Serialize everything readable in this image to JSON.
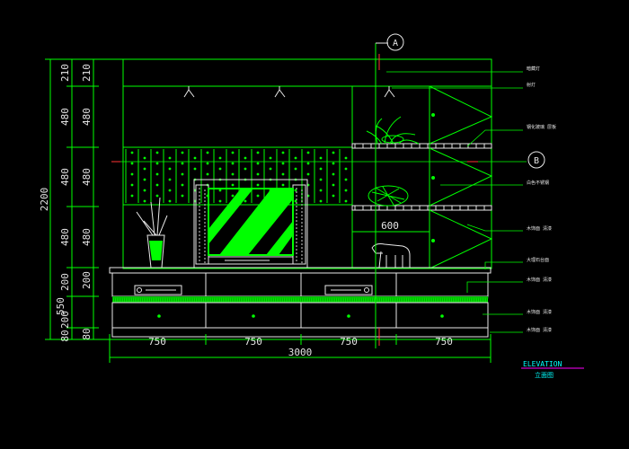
{
  "drawing": {
    "title": "ELEVATION",
    "title_cn": "立面图",
    "section_markers": [
      "A",
      "B"
    ],
    "left_dimensions": {
      "total": "2200",
      "segments": [
        "210",
        "480",
        "480",
        "480",
        "200",
        "550",
        "200",
        "80"
      ],
      "inner_segments": [
        "210",
        "480",
        "480",
        "480",
        "200",
        "80"
      ]
    },
    "bottom_dimensions": {
      "segments": [
        "750",
        "750",
        "750",
        "750"
      ],
      "total": "3000"
    },
    "inner_dimension": "600",
    "annotations": [
      "暗藏灯",
      "射灯",
      "钢化玻璃 层板",
      "白色不锈钢",
      "木饰面 清漆",
      "大理石台面",
      "木饰面 清漆",
      "木饰面 清漆",
      "木饰面 清漆"
    ]
  },
  "colors": {
    "background": "#000000",
    "lines": "#00ff00",
    "text": "#e6e6e6",
    "accent": "#00ffff",
    "marker": "#ff3333",
    "title_underline": "#ff00ff"
  }
}
